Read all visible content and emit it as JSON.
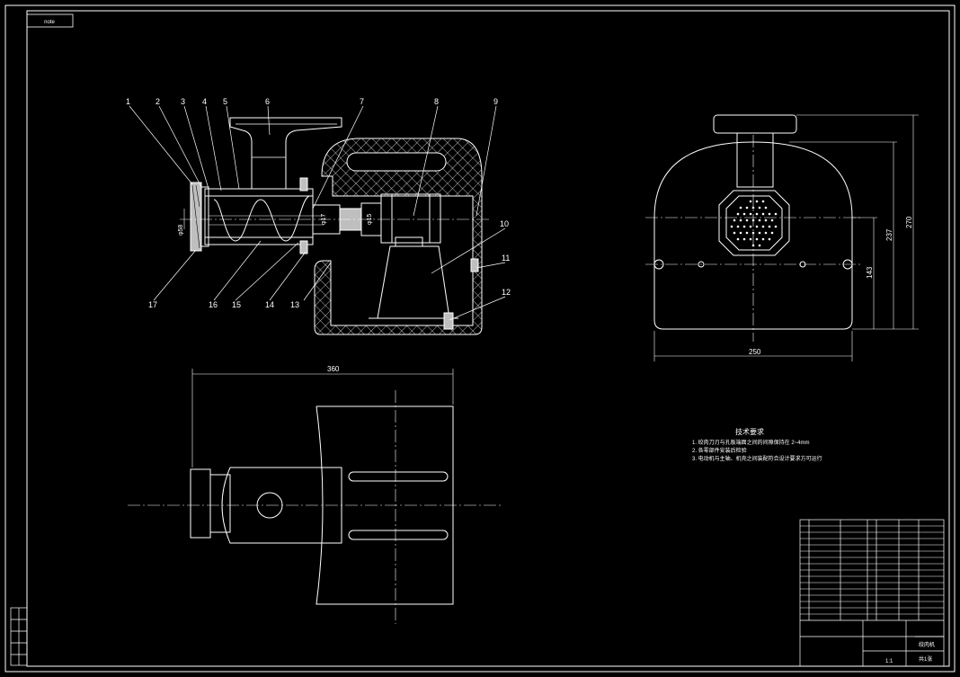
{
  "title_tab": "note",
  "colors": {
    "background": "#000000",
    "line": "#ffffff",
    "fill_dim": "#bfbfbf"
  },
  "parts": {
    "balloons": [
      "1",
      "2",
      "3",
      "4",
      "5",
      "6",
      "7",
      "8",
      "9",
      "10",
      "11",
      "12",
      "13",
      "14",
      "15",
      "16",
      "17"
    ]
  },
  "dimensions": {
    "phi58": "φ58",
    "phi17": "φ17",
    "phi15": "φ15",
    "length_360": "360",
    "width_250": "250",
    "h_143": "143",
    "h_237": "237",
    "h_270": "270"
  },
  "technical_requirements": {
    "heading": "技术要求",
    "items": [
      "1. 绞肉刀刃与孔板端面之间的间隙保持在 2~4mm",
      "2. 各零部件安装后检验",
      "3. 电动机与主轴、机壳之间装配符合设计要求方可运行"
    ]
  },
  "title_block": {
    "scale_text": "1:1",
    "drawing_name": "绞肉机",
    "sheet_text": "共1张"
  },
  "left_stamp_rows": [
    "",
    "",
    "",
    "",
    ""
  ]
}
